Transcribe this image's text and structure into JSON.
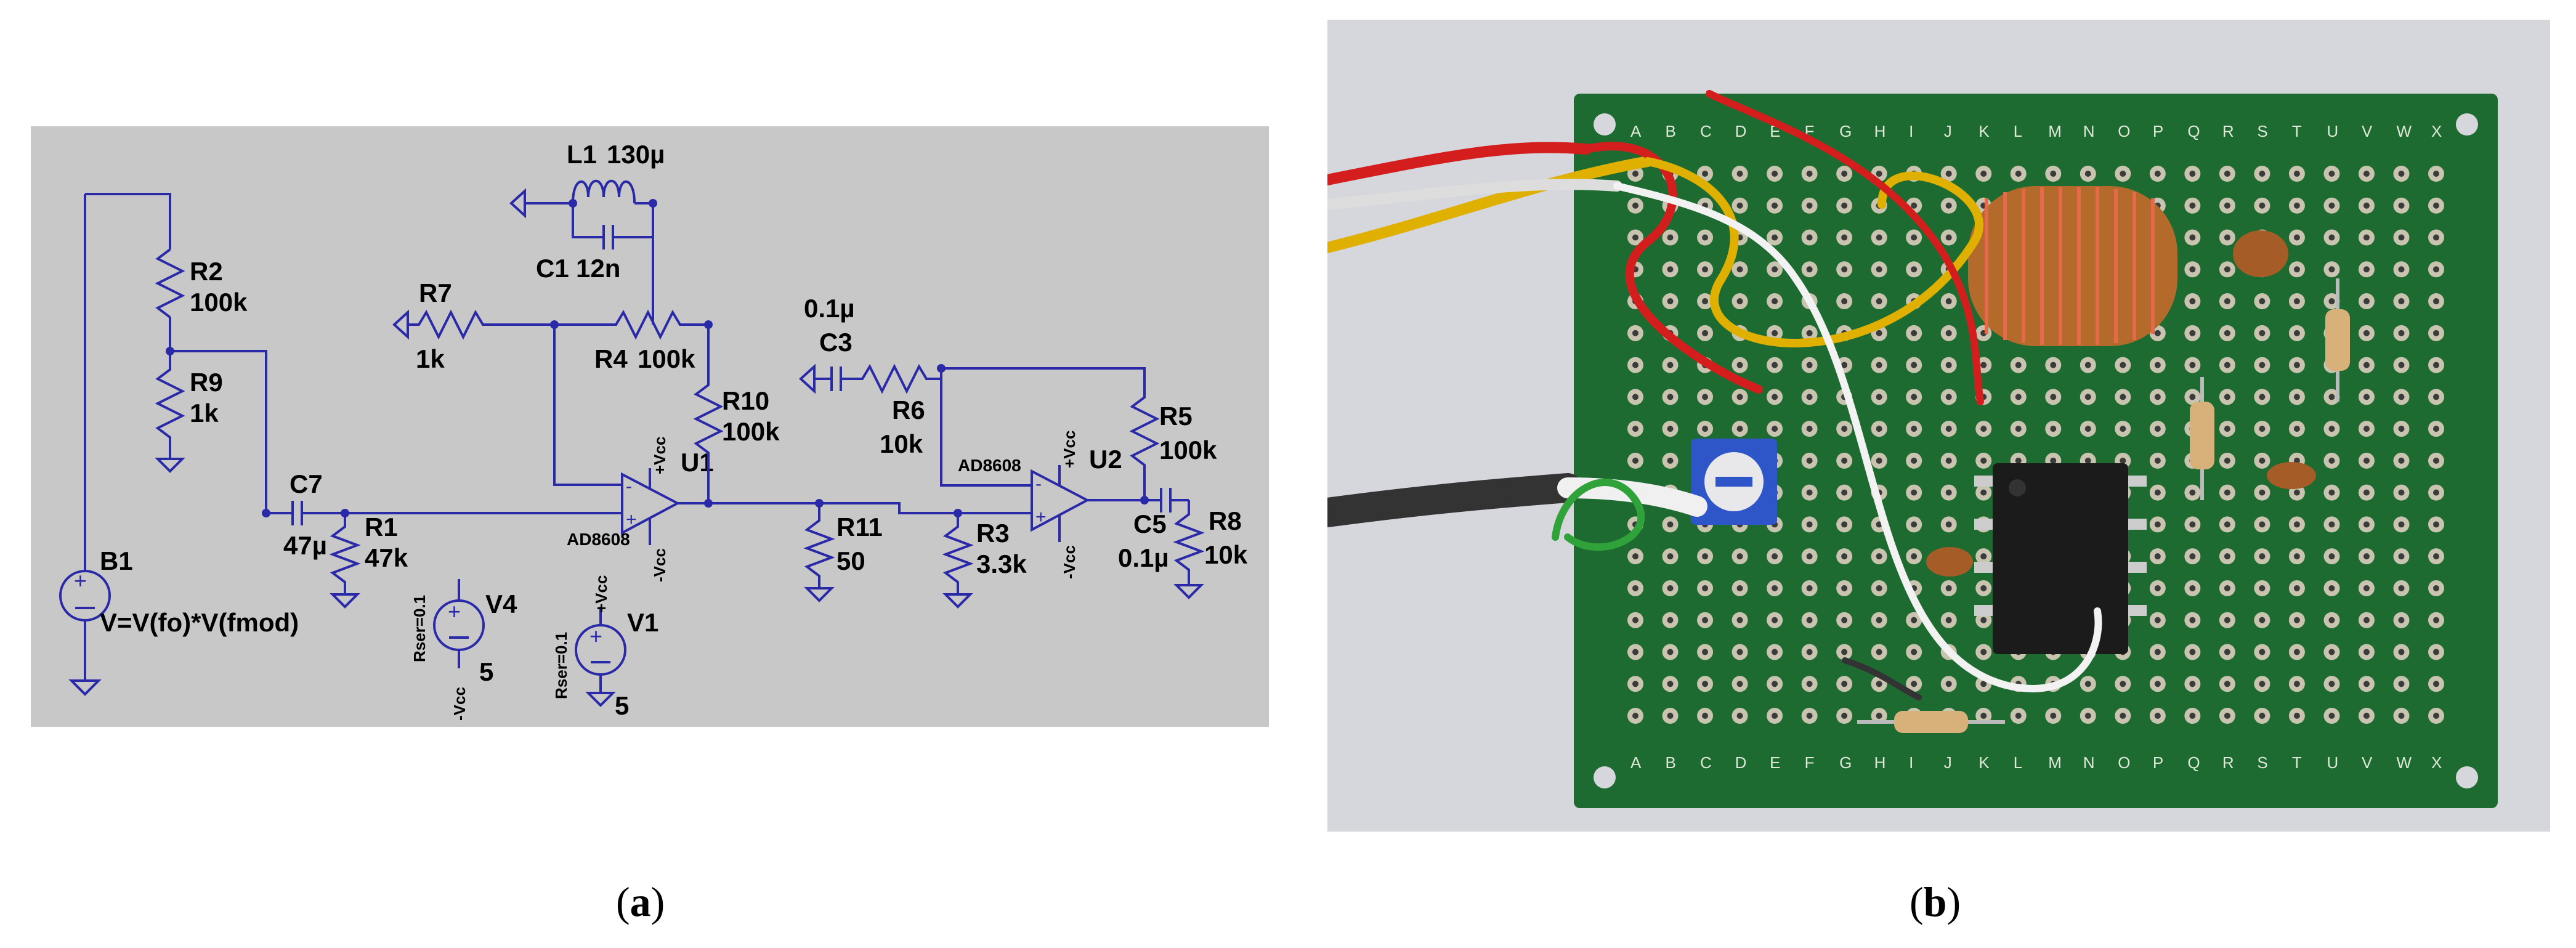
{
  "captions": {
    "a": {
      "open": "(",
      "letter": "a",
      "close": ")"
    },
    "b": {
      "open": "(",
      "letter": "b",
      "close": ")"
    }
  },
  "schematic": {
    "background_color": "#c8c8c8",
    "wire_color": "#2a2aa8",
    "components": {
      "L1": {
        "ref": "L1",
        "value": "130µ"
      },
      "C1": {
        "ref": "C1",
        "value": "12n"
      },
      "R7": {
        "ref": "R7",
        "value": "1k"
      },
      "R4": {
        "ref": "R4",
        "value": "100k"
      },
      "R10": {
        "ref": "R10",
        "value": "100k"
      },
      "U1": {
        "ref": "U1",
        "part": "AD8608"
      },
      "R2": {
        "ref": "R2",
        "value": "100k"
      },
      "R9": {
        "ref": "R9",
        "value": "1k"
      },
      "C7": {
        "ref": "C7",
        "value": "47µ"
      },
      "R1": {
        "ref": "R1",
        "value": "47k"
      },
      "B1": {
        "ref": "B1",
        "expr": "V=V(fo)*V(fmod)"
      },
      "V4": {
        "ref": "V4",
        "value": "5",
        "rser": "Rser=0.1"
      },
      "V1": {
        "ref": "V1",
        "value": "5",
        "rser": "Rser=0.1"
      },
      "C3": {
        "ref": "C3",
        "value": "0.1µ"
      },
      "R6": {
        "ref": "R6",
        "value": "10k"
      },
      "R5": {
        "ref": "R5",
        "value": "100k"
      },
      "U2": {
        "ref": "U2",
        "part": "AD8608"
      },
      "R11": {
        "ref": "R11",
        "value": "50"
      },
      "R3": {
        "ref": "R3",
        "value": "3.3k"
      },
      "C5": {
        "ref": "C5",
        "value": "0.1µ"
      },
      "R8": {
        "ref": "R8",
        "value": "10k"
      }
    },
    "supply_labels": {
      "pos": "+Vcc",
      "neg": "-Vcc"
    },
    "opamp_pins": {
      "plus": "+",
      "minus": "-"
    }
  },
  "photo": {
    "board_color": "#1e6b32",
    "grid_letters": [
      "A",
      "B",
      "C",
      "D",
      "E",
      "F",
      "G",
      "H",
      "I",
      "J",
      "K",
      "L",
      "M",
      "N",
      "O",
      "P",
      "Q",
      "R",
      "S",
      "T",
      "U",
      "V",
      "W",
      "X"
    ]
  }
}
